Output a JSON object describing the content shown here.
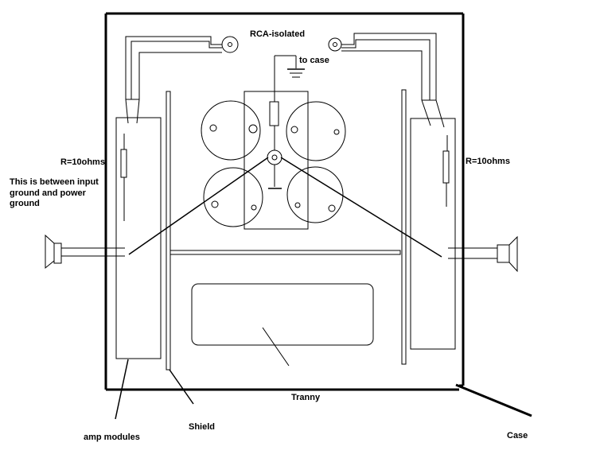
{
  "labels": {
    "rca": "RCA-isolated",
    "to_case": "to case",
    "resistor_right": "R=10ohms",
    "resistor_left": "R=10ohms",
    "note_line1": "This is between input",
    "note_line2": "ground and power",
    "note_line3": "ground",
    "tranny": "Tranny",
    "shield": "Shield",
    "amp_modules": "amp modules",
    "case": "Case"
  },
  "colors": {
    "stroke": "#000000",
    "background": "#ffffff"
  }
}
